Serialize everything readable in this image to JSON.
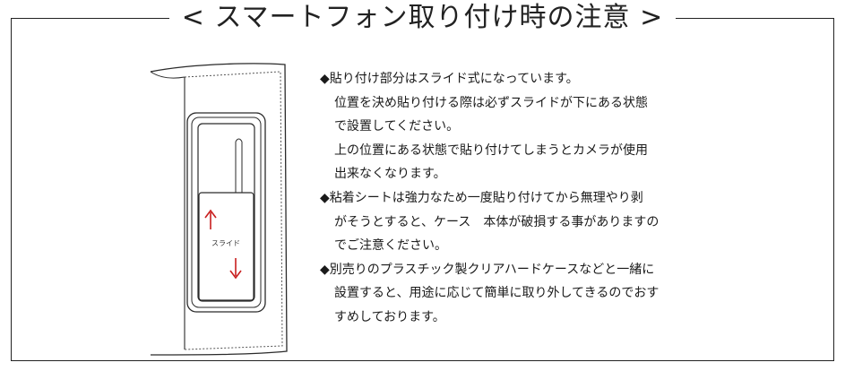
{
  "title": "< スマートフォン取り付け時の注意 >",
  "illustration": {
    "slide_label": "スライド",
    "arrow_color": "#c81e1e",
    "up_arrow": "↑",
    "down_arrow": "↓"
  },
  "notes": [
    {
      "head": "◆貼り付け部分はスライド式になっています。",
      "lines": [
        "位置を決め貼り付ける際は必ずスライドが下にある状態",
        "で設置してください。",
        "上の位置にある状態で貼り付けてしまうとカメラが使用",
        "出来なくなります。"
      ]
    },
    {
      "head": "◆粘着シートは強力なため一度貼り付けてから無理やり剥",
      "lines": [
        "がそうとすると、ケース　本体が破損する事がありますの",
        "でご注意ください。"
      ]
    },
    {
      "head": "◆別売りのプラスチック製クリアハードケースなどと一緒に",
      "lines": [
        "設置すると、用途に応じて簡単に取り外してきるのでおす",
        "すめしております。"
      ]
    }
  ]
}
